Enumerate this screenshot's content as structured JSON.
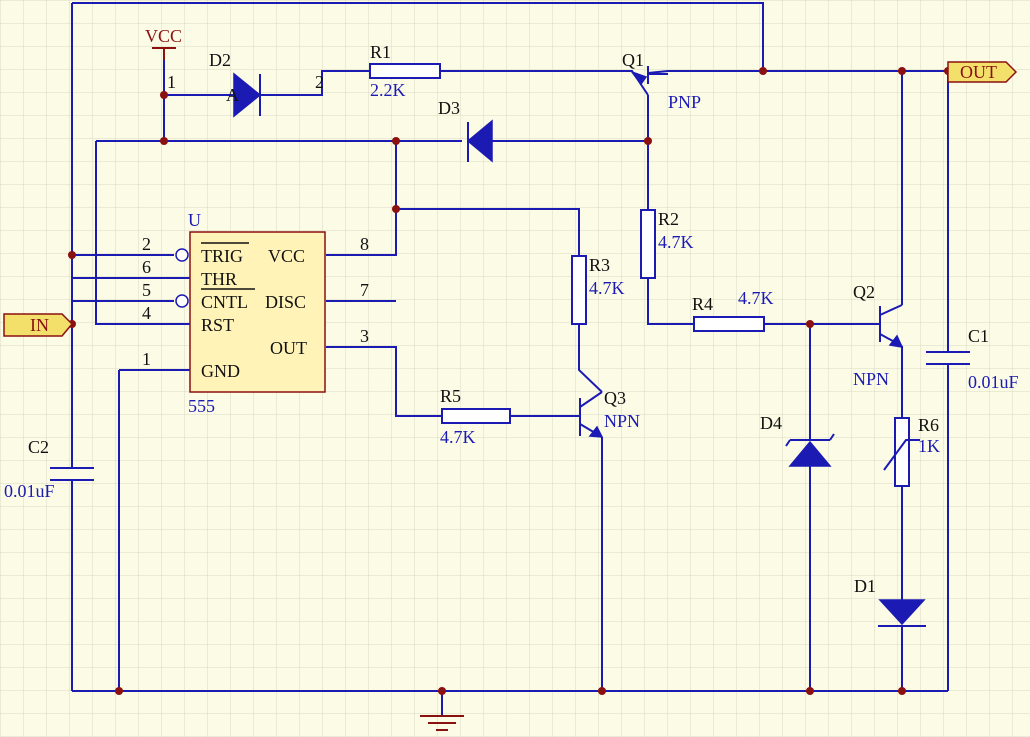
{
  "ports": {
    "in": "IN",
    "out": "OUT"
  },
  "power": {
    "vcc": "VCC"
  },
  "ic": {
    "ref": "U",
    "part": "555",
    "pins": {
      "trig": {
        "num": "2",
        "name": "TRIG"
      },
      "thr": {
        "num": "6",
        "name": "THR"
      },
      "cntl": {
        "num": "5",
        "name": "CNTL"
      },
      "rst": {
        "num": "4",
        "name": "RST"
      },
      "gnd": {
        "num": "1",
        "name": "GND"
      },
      "vcc": {
        "num": "8",
        "name": "VCC"
      },
      "disc": {
        "num": "7",
        "name": "DISC"
      },
      "out": {
        "num": "3",
        "name": "OUT"
      }
    }
  },
  "d2": {
    "ref": "D2",
    "pin1": "1",
    "pin2": "2",
    "anode": "A"
  },
  "d3": {
    "ref": "D3"
  },
  "d4": {
    "ref": "D4"
  },
  "d1": {
    "ref": "D1"
  },
  "r1": {
    "ref": "R1",
    "value": "2.2K"
  },
  "r2": {
    "ref": "R2",
    "value": "4.7K"
  },
  "r3": {
    "ref": "R3",
    "value": "4.7K"
  },
  "r4": {
    "ref": "R4",
    "value": "4.7K"
  },
  "r5": {
    "ref": "R5",
    "value": "4.7K"
  },
  "r6": {
    "ref": "R6",
    "value": "1K"
  },
  "q1": {
    "ref": "Q1",
    "type": "PNP"
  },
  "q2": {
    "ref": "Q2",
    "type": "NPN"
  },
  "q3": {
    "ref": "Q3",
    "type": "NPN"
  },
  "c1": {
    "ref": "C1",
    "value": "0.01uF"
  },
  "c2": {
    "ref": "C2",
    "value": "0.01uF"
  },
  "colors": {
    "wire": "#1b1bb4",
    "junction": "#8b1010",
    "background": "#fbfbe6",
    "grid": "#d8d8c4",
    "ic_body": "#fff3b8",
    "port": "#f2e06b"
  }
}
